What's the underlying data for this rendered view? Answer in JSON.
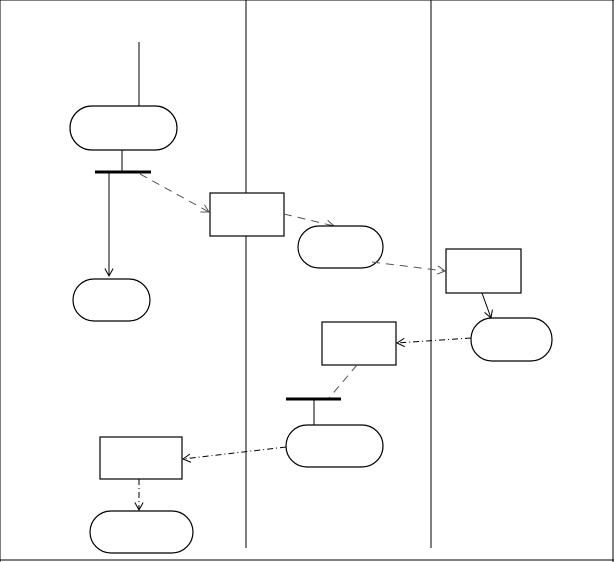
{
  "diagram": {
    "type": "uml-activity-swimlanes",
    "lanes": [
      {
        "id": "lane-1"
      },
      {
        "id": "lane-2"
      },
      {
        "id": "lane-3"
      }
    ],
    "nodes": [
      {
        "id": "initial-flow-line",
        "kind": "start-line"
      },
      {
        "id": "action-1",
        "kind": "action"
      },
      {
        "id": "fork-1",
        "kind": "fork"
      },
      {
        "id": "object-1",
        "kind": "object"
      },
      {
        "id": "action-2",
        "kind": "action"
      },
      {
        "id": "action-3",
        "kind": "action"
      },
      {
        "id": "object-2",
        "kind": "object"
      },
      {
        "id": "action-4",
        "kind": "action"
      },
      {
        "id": "object-3",
        "kind": "object"
      },
      {
        "id": "fork-2",
        "kind": "fork"
      },
      {
        "id": "action-5",
        "kind": "action"
      },
      {
        "id": "object-4",
        "kind": "object"
      },
      {
        "id": "action-6",
        "kind": "action"
      }
    ],
    "edges": [
      {
        "from": "action-1",
        "to": "fork-1",
        "style": "solid"
      },
      {
        "from": "fork-1",
        "to": "action-3",
        "style": "solid"
      },
      {
        "from": "fork-1",
        "to": "object-1",
        "style": "dashed"
      },
      {
        "from": "object-1",
        "to": "action-2",
        "style": "dashed"
      },
      {
        "from": "action-2",
        "to": "object-2",
        "style": "dashed"
      },
      {
        "from": "object-2",
        "to": "action-4",
        "style": "solid"
      },
      {
        "from": "action-4",
        "to": "object-3",
        "style": "dash-dot"
      },
      {
        "from": "object-3",
        "to": "fork-2",
        "style": "dashed"
      },
      {
        "from": "fork-2",
        "to": "action-5",
        "style": "solid"
      },
      {
        "from": "action-5",
        "to": "object-4",
        "style": "dash-dot"
      },
      {
        "from": "object-4",
        "to": "action-6",
        "style": "dash-dot"
      }
    ]
  },
  "colors": {
    "stroke": "#000000",
    "background": "#ffffff",
    "connector": "#555555"
  }
}
